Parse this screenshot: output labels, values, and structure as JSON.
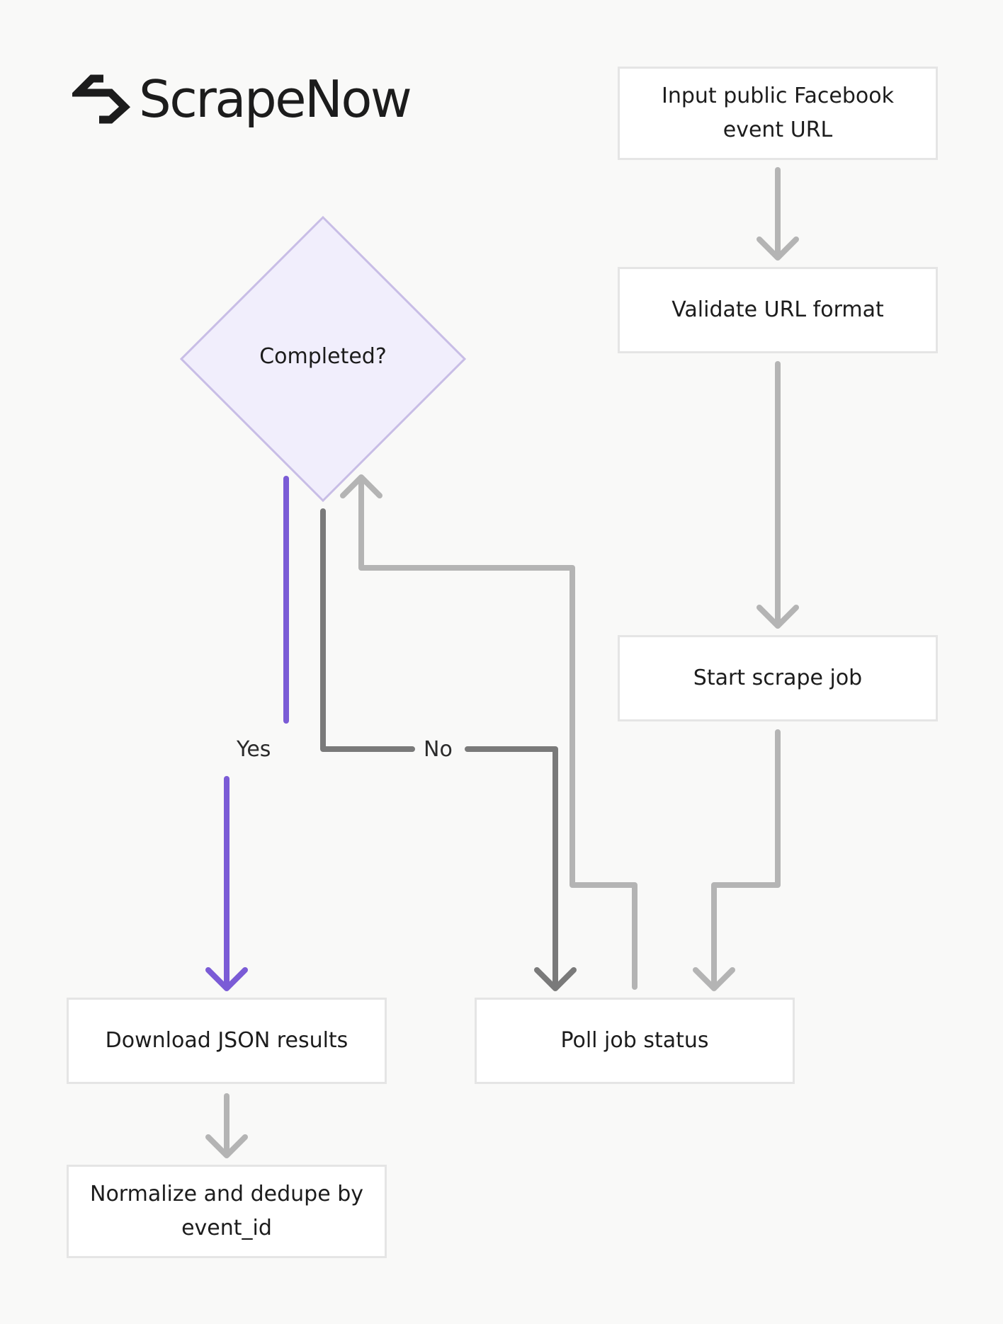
{
  "brand": {
    "name": "ScrapeNow",
    "logo_icon": "scrapenow-logo-icon"
  },
  "nodes": {
    "input_url": "Input public Facebook event URL",
    "validate_url": "Validate URL format",
    "start_job": "Start scrape job",
    "poll_status": "Poll job status",
    "completed_decision": "Completed?",
    "download_json": "Download JSON results",
    "normalize": "Normalize and dedupe by event_id"
  },
  "edge_labels": {
    "yes": "Yes",
    "no": "No"
  },
  "colors": {
    "background": "#f9f9f8",
    "arrow_default": "#b4b4b4",
    "arrow_no": "#7a7a7a",
    "arrow_yes": "#7b5cd6",
    "decision_fill": "#f1eefc",
    "decision_stroke": "#c8bde6",
    "box_border": "#e5e5e5"
  }
}
